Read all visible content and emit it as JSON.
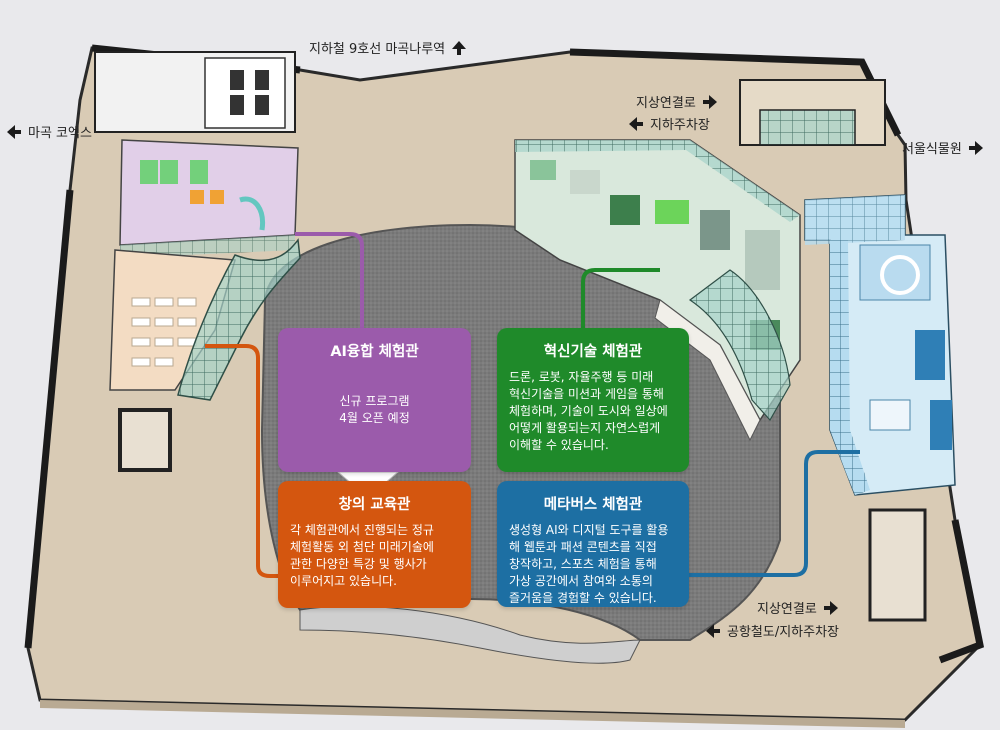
{
  "directions": {
    "top": "지하철 9호선 마곡나루역",
    "left": "마곡 코엑스",
    "upper_right_1": "지상연결로",
    "upper_right_2": "지하주차장",
    "right": "서울식물원",
    "bottom_right_1": "지상연결로",
    "bottom_right_2": "공항철도/지하주차장"
  },
  "halls": [
    {
      "id": "ai",
      "title": "AI융합 체험관",
      "color": "#9b5bab",
      "lines": [
        "신규 프로그램",
        "4월 오픈 예정"
      ]
    },
    {
      "id": "innovation",
      "title": "혁신기술 체험관",
      "color": "#1f8a2a",
      "lines": [
        "드론, 로봇, 자율주행 등 미래",
        "혁신기술을 미션과 게임을 통해",
        "체험하며, 기술이 도시와 일상에",
        "어떻게 활용되는지 자연스럽게",
        "이해할 수 있습니다."
      ]
    },
    {
      "id": "creative",
      "title": "창의 교육관",
      "color": "#d4560f",
      "lines": [
        "각 체험관에서 진행되는 정규",
        "체험활동 외 첨단 미래기술에",
        "관한 다양한 특강 및 행사가",
        "이루어지고 있습니다."
      ]
    },
    {
      "id": "metaverse",
      "title": "메타버스 체험관",
      "color": "#1d6fa3",
      "lines": [
        "생성형 AI와 디지털 도구를 활용",
        "해 웹툰과 패션 콘텐츠를 직접",
        "창작하고, 스포츠 체험을 통해",
        "가상 공간에서 참여와 소통의",
        "즐거움을 경험할 수 있습니다."
      ]
    }
  ]
}
